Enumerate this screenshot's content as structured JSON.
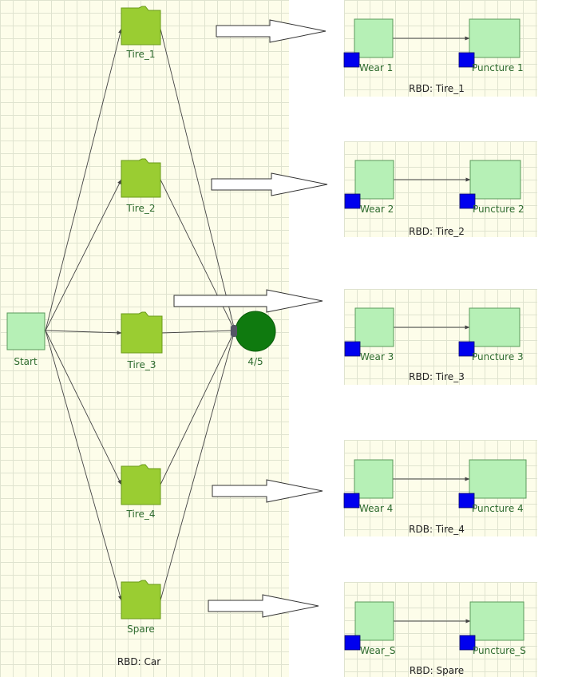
{
  "main": {
    "title": "RBD: Car",
    "start_label": "Start",
    "tires": [
      "Tire_1",
      "Tire_2",
      "Tire_3",
      "Tire_4",
      "Spare"
    ],
    "node_label": "4/5"
  },
  "subdiagrams": [
    {
      "title": "RBD: Tire_1",
      "left": "Wear 1",
      "right": "Puncture 1"
    },
    {
      "title": "RBD: Tire_2",
      "left": "Wear 2",
      "right": "Puncture 2"
    },
    {
      "title": "RBD: Tire_3",
      "left": "Wear 3",
      "right": "Puncture 3"
    },
    {
      "title": "RDB: Tire_4",
      "left": "Wear 4",
      "right": "Puncture 4"
    },
    {
      "title": "RBD: Spare",
      "left": "Wear_S",
      "right": "Puncture_S"
    }
  ],
  "colors": {
    "block_fill": "#b6f0b6",
    "block_stroke": "#5c9a5c",
    "folder_fill": "#9acd32",
    "folder_stroke": "#6a9a1a",
    "node_fill": "#0f7a0f",
    "marker_fill": "#0000ee",
    "text_green": "#2e6b2e"
  }
}
